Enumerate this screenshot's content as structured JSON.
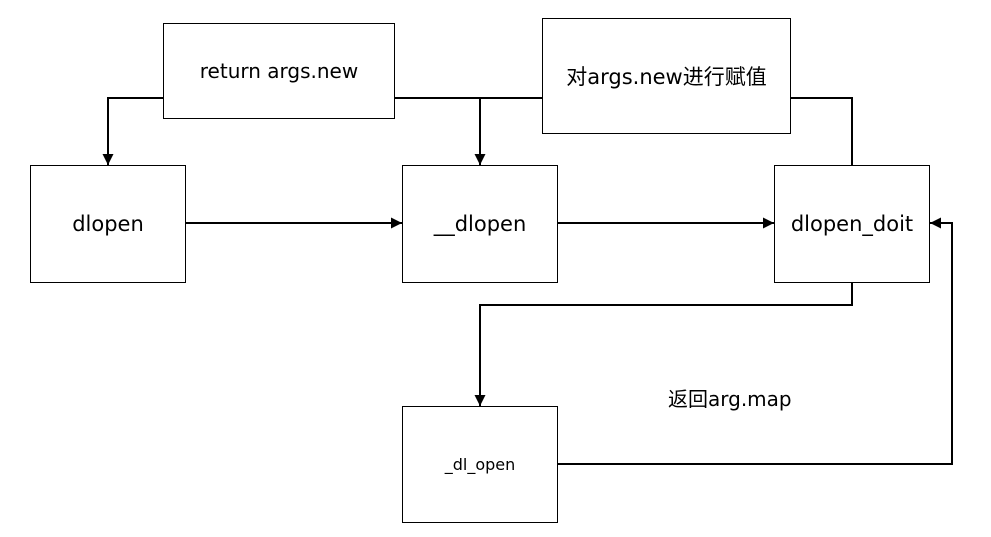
{
  "nodes": {
    "return_box": "return args.new",
    "assign_box": "对args.new进行赋值",
    "dlopen": "dlopen",
    "__dlopen": "__dlopen",
    "dlopen_doit": "dlopen_doit",
    "_dl_open": "_dl_open"
  },
  "labels": {
    "return_map": "返回arg.map"
  },
  "edges": [
    {
      "from": "dlopen",
      "to": "__dlopen"
    },
    {
      "from": "__dlopen",
      "to": "dlopen_doit"
    },
    {
      "from": "dlopen_doit",
      "to": "_dl_open"
    },
    {
      "from": "_dl_open",
      "to": "dlopen_doit",
      "label": "返回arg.map"
    },
    {
      "from": "dlopen_doit",
      "to": "__dlopen",
      "via": "对args.new进行赋值"
    },
    {
      "from": "__dlopen",
      "to": "dlopen",
      "via": "return args.new"
    }
  ],
  "colors": {
    "stroke": "#000000",
    "fill": "#ffffff"
  }
}
